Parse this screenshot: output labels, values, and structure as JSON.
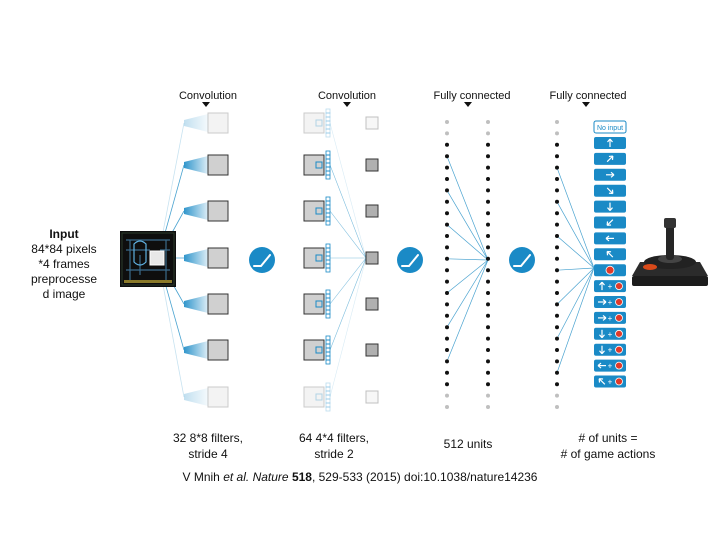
{
  "diagram": {
    "input": {
      "title": "Input",
      "lines": [
        "84*84 pixels",
        "*4 frames",
        "preprocesse",
        "d image"
      ]
    },
    "layers": [
      {
        "header": "Convolution",
        "caption_lines": [
          "32 8*8 filters,",
          "stride 4"
        ]
      },
      {
        "header": "Convolution",
        "caption_lines": [
          "64 4*4 filters,",
          "stride 2"
        ]
      },
      {
        "header": "Fully connected",
        "caption_lines": [
          "512 units"
        ]
      },
      {
        "header": "Fully connected",
        "caption_lines": [
          "# of units =",
          "# of game actions"
        ]
      }
    ],
    "actions": {
      "no_input_label": "No input",
      "items": [
        "up",
        "up-right",
        "right",
        "down-right",
        "down",
        "down-left",
        "left",
        "up-left",
        "fire",
        "up+fire",
        "right+fire",
        "right+fire",
        "down+fire",
        "down+fire",
        "left+fire",
        "up-left+fire"
      ]
    },
    "colors": {
      "accent": "#1a8ac6",
      "line": "#4aa3d0",
      "filter_fill": "#d0d0d0"
    }
  },
  "citation": {
    "author": "V Mnih",
    "etal": "et al.",
    "journal": "Nature",
    "volume": "518",
    "rest": ", 529-533 (2015) doi:10.1038/nature14236"
  }
}
